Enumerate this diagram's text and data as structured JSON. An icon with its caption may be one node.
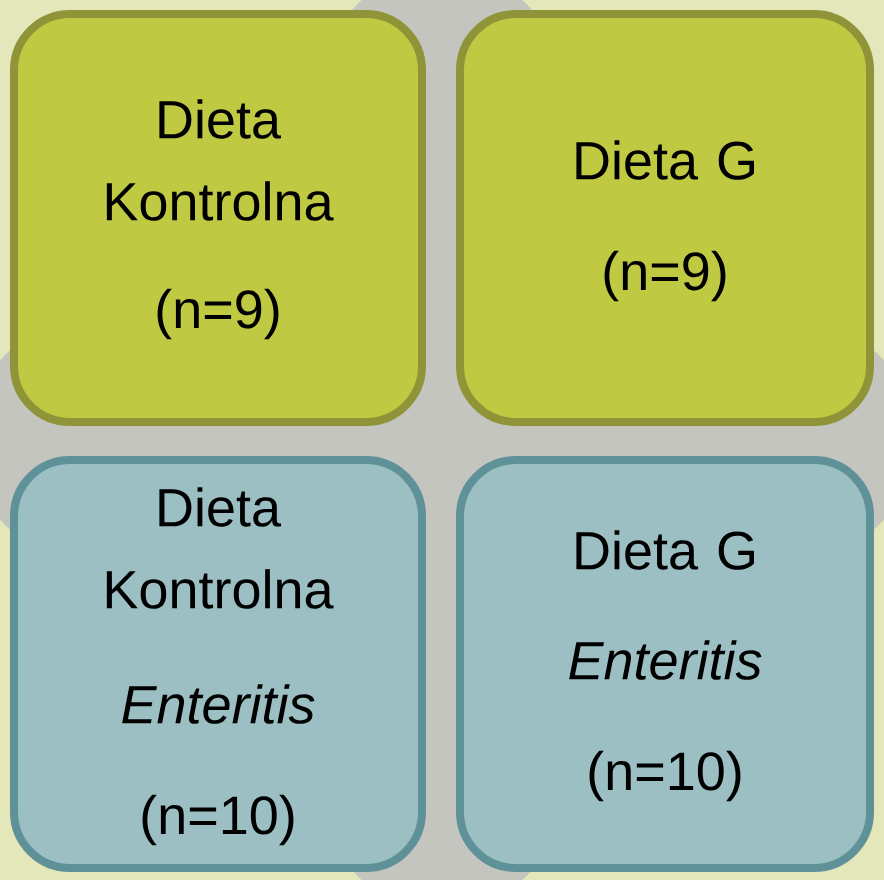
{
  "diagram": {
    "nodes": [
      {
        "text": [
          "Dieta Kontrolna",
          "(n=9)"
        ]
      },
      {
        "text": [
          "Dieta G",
          "(n=9)"
        ]
      },
      {
        "text": [
          "Dieta Kontrolna",
          "Enteritis",
          "(n=10)"
        ]
      },
      {
        "text": [
          "Dieta G",
          "Enteritis",
          "(n=10)"
        ]
      }
    ]
  }
}
